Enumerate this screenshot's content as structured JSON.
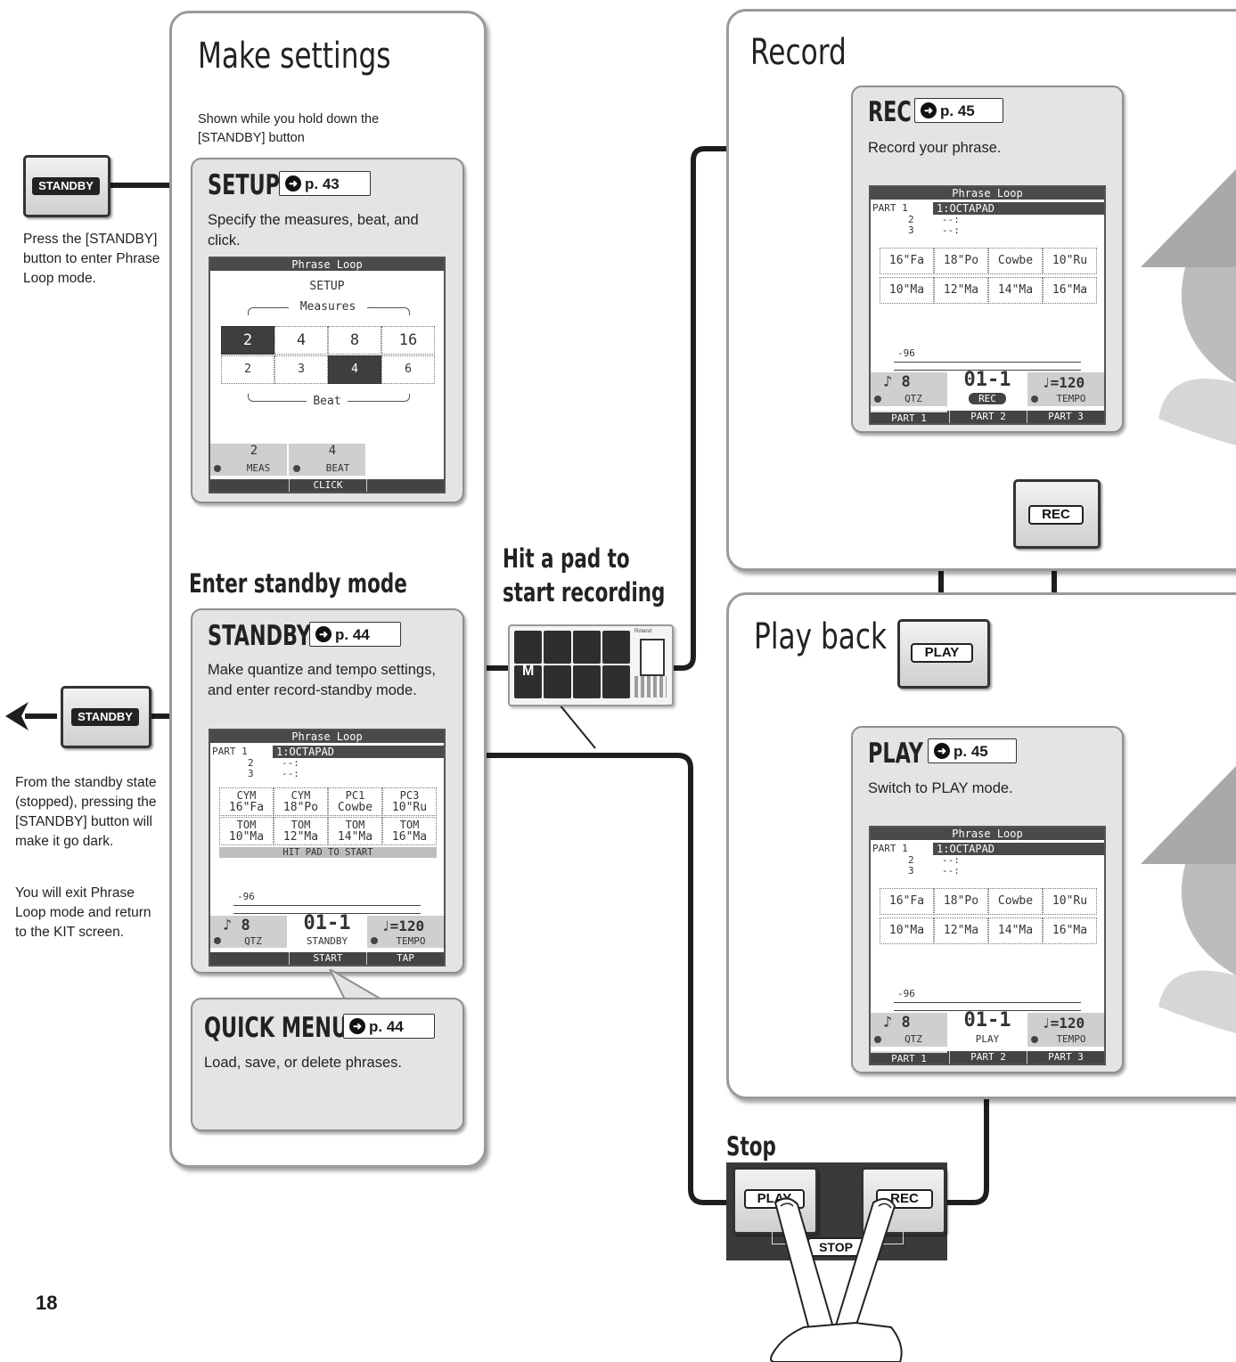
{
  "page_number": "18",
  "make_settings": {
    "title": "Make settings",
    "note": "Shown while you hold down the [STANDBY] button"
  },
  "setup": {
    "title": "SETUP",
    "ref": "p. 43",
    "desc": "Specify the measures, beat, and click.",
    "screen": {
      "header": "Phrase Loop",
      "subtitle": "SETUP",
      "measures_label": "Measures",
      "measures": [
        "2",
        "4",
        "8",
        "16"
      ],
      "beats": [
        "2",
        "3",
        "4",
        "6"
      ],
      "beat_label": "Beat",
      "meas_value": "2",
      "meas_label": "MEAS",
      "beat_value": "4",
      "beat_short": "BEAT",
      "footer_click": "CLICK"
    }
  },
  "standby_left": {
    "button": "STANDBY",
    "desc": "Press the [STANDBY] button to enter Phrase Loop mode."
  },
  "enter_standby": {
    "title": "Enter standby mode"
  },
  "standby": {
    "title": "STANDBY",
    "ref": "p. 44",
    "desc": "Make quantize and tempo settings, and enter record-standby mode.",
    "screen": {
      "header": "Phrase Loop",
      "part1": "PART 1",
      "part1_value": "1:OCTAPAD",
      "part2": "2",
      "part3": "3",
      "part_dash": "--:",
      "pads_top_row1": [
        "CYM",
        "CYM",
        "PC1",
        "PC3"
      ],
      "pads_top_row2": [
        "16\"Fa",
        "18\"Po",
        "Cowbe",
        "10\"Ru"
      ],
      "pads_bot_row1": [
        "TOM",
        "TOM",
        "TOM",
        "TOM"
      ],
      "pads_bot_row2": [
        "10\"Ma",
        "12\"Ma",
        "14\"Ma",
        "16\"Ma"
      ],
      "hit_pad": "HIT PAD TO START",
      "volume": "-96",
      "qtz_value": "8",
      "qtz_label": "QTZ",
      "position": "01-1",
      "state": "STANDBY",
      "tempo_value": "=120",
      "tempo_label": "TEMPO",
      "footer": [
        "",
        "START",
        "TAP"
      ]
    }
  },
  "standby_exit": {
    "button": "STANDBY",
    "desc1": "From the standby state (stopped), pressing the [STANDBY] button will make it go dark.",
    "desc2": "You will exit Phrase Loop mode and return to the KIT screen."
  },
  "quick_menu": {
    "title": "QUICK MENU",
    "ref": "p. 44",
    "desc": "Load, save, or delete phrases."
  },
  "hit_pad": {
    "line1": "Hit a pad to",
    "line2": "start recording"
  },
  "record": {
    "title": "Record"
  },
  "rec_card": {
    "title": "REC",
    "ref": "p. 45",
    "desc": "Record your phrase.",
    "screen": {
      "header": "Phrase Loop",
      "part1": "PART 1",
      "part1_value": "1:OCTAPAD",
      "part2": "2",
      "part3": "3",
      "part_dash": "--:",
      "pads_top": [
        "16\"Fa",
        "18\"Po",
        "Cowbe",
        "10\"Ru"
      ],
      "pads_bot": [
        "10\"Ma",
        "12\"Ma",
        "14\"Ma",
        "16\"Ma"
      ],
      "volume": "-96",
      "qtz_value": "8",
      "qtz_label": "QTZ",
      "position": "01-1",
      "state": "REC",
      "tempo_value": "=120",
      "tempo_label": "TEMPO",
      "footer": [
        "PART 1",
        "PART 2",
        "PART 3"
      ]
    }
  },
  "rec_button": "REC",
  "play_back": {
    "title": "Play back",
    "button": "PLAY"
  },
  "play_card": {
    "title": "PLAY",
    "ref": "p. 45",
    "desc": "Switch to PLAY mode.",
    "screen": {
      "header": "Phrase Loop",
      "part1": "PART 1",
      "part1_value": "1:OCTAPAD",
      "part2": "2",
      "part3": "3",
      "part_dash": "--:",
      "pads_top": [
        "16\"Fa",
        "18\"Po",
        "Cowbe",
        "10\"Ru"
      ],
      "pads_bot": [
        "10\"Ma",
        "12\"Ma",
        "14\"Ma",
        "16\"Ma"
      ],
      "volume": "-96",
      "qtz_value": "8",
      "qtz_label": "QTZ",
      "position": "01-1",
      "state": "PLAY",
      "tempo_value": "=120",
      "tempo_label": "TEMPO",
      "footer": [
        "PART 1",
        "PART 2",
        "PART 3"
      ]
    }
  },
  "stop": {
    "title": "Stop",
    "play": "PLAY",
    "rec": "REC",
    "stop_label": "STOP"
  },
  "device": {
    "brand": "Roland"
  }
}
